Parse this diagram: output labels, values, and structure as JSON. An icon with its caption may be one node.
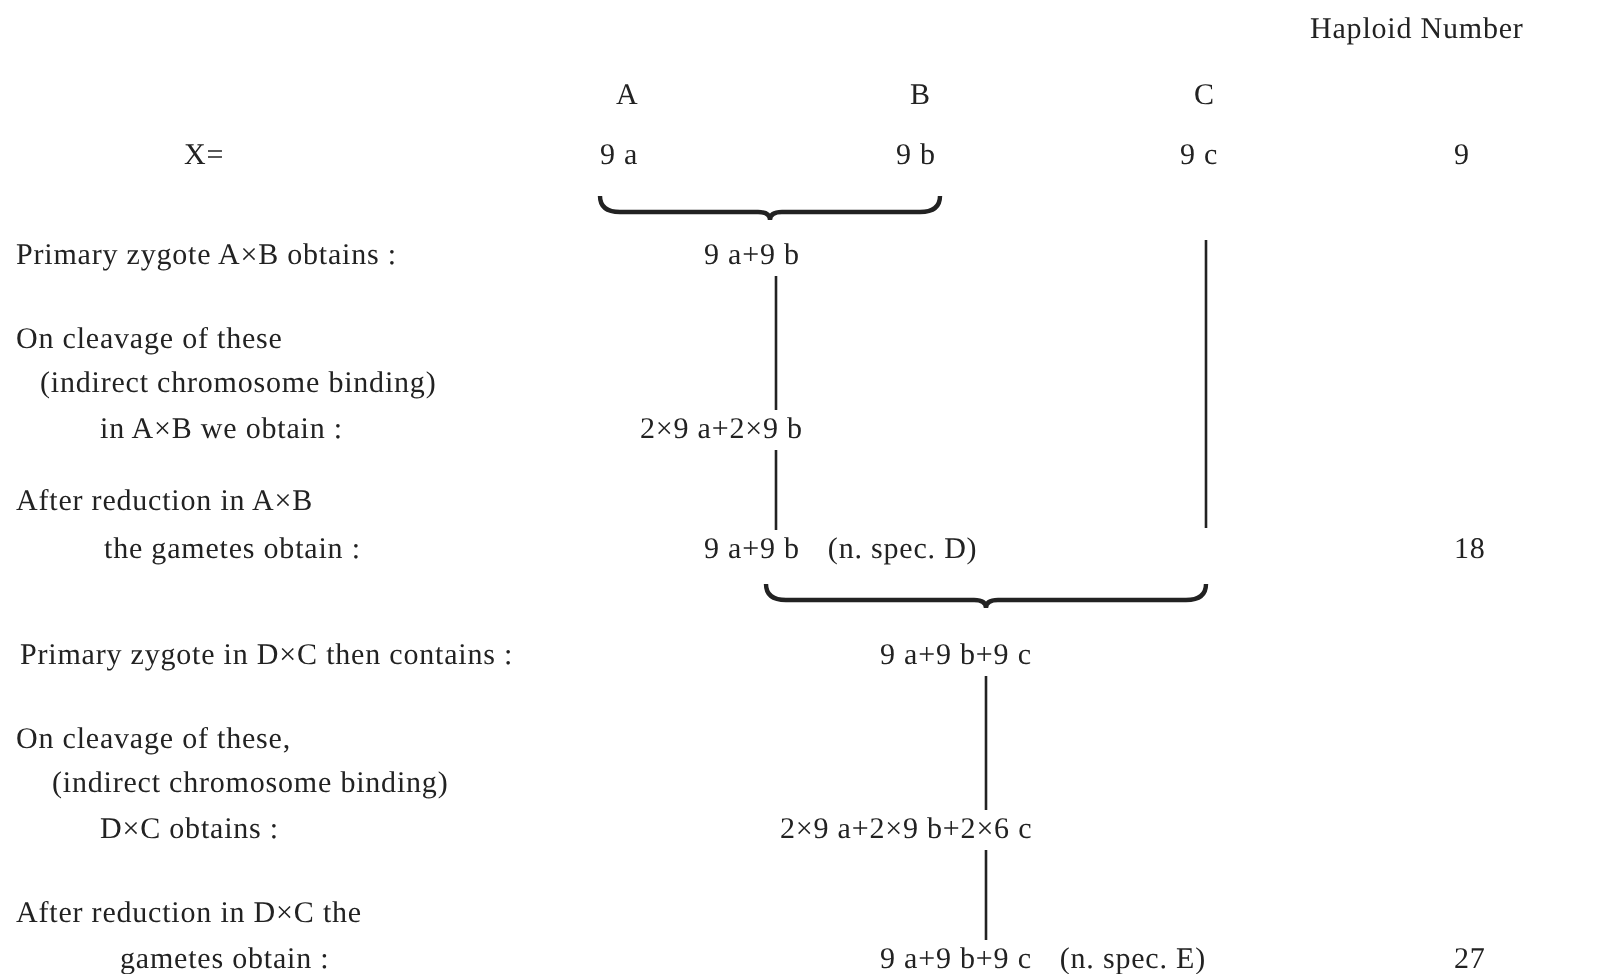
{
  "diagram": {
    "nodes": [
      {
        "text": [
          "9 a"
        ]
      },
      {
        "text": [
          "9 b"
        ]
      },
      {
        "text": [
          "9 c"
        ]
      },
      {
        "text": [
          "9 a+9 b"
        ]
      },
      {
        "text": [
          "2×9 a+2×9 b"
        ]
      },
      {
        "text": [
          "9 a+9 b",
          "(n. spec. D)"
        ]
      },
      {
        "text": [
          "9 a+9 b+9 c"
        ]
      },
      {
        "text": [
          "2×9 a+2×9 b+2×6 c"
        ]
      },
      {
        "text": [
          "9 a+9 b+9 c",
          "(n. spec. E)"
        ]
      }
    ],
    "edges": [
      {
        "from": 3,
        "to": 4,
        "arrow": "none"
      },
      {
        "from": 4,
        "to": 5,
        "arrow": "none"
      },
      {
        "from": 6,
        "to": 7,
        "arrow": "none"
      },
      {
        "from": 7,
        "to": 8,
        "arrow": "none"
      }
    ],
    "labels": [
      "Haploid Number",
      "A",
      "B",
      "C",
      "X=",
      "9",
      "Primary zygote A×B obtains :",
      "On cleavage of these",
      "(indirect chromosome binding)",
      "in A×B we obtain :",
      "After reduction in A×B",
      "the gametes obtain :",
      "18",
      "Primary zygote in D×C then contains :",
      "On cleavage of these,",
      "(indirect chromosome binding)",
      "D×C obtains :",
      "After reduction in D×C the",
      "gametes obtain :",
      "27"
    ]
  }
}
